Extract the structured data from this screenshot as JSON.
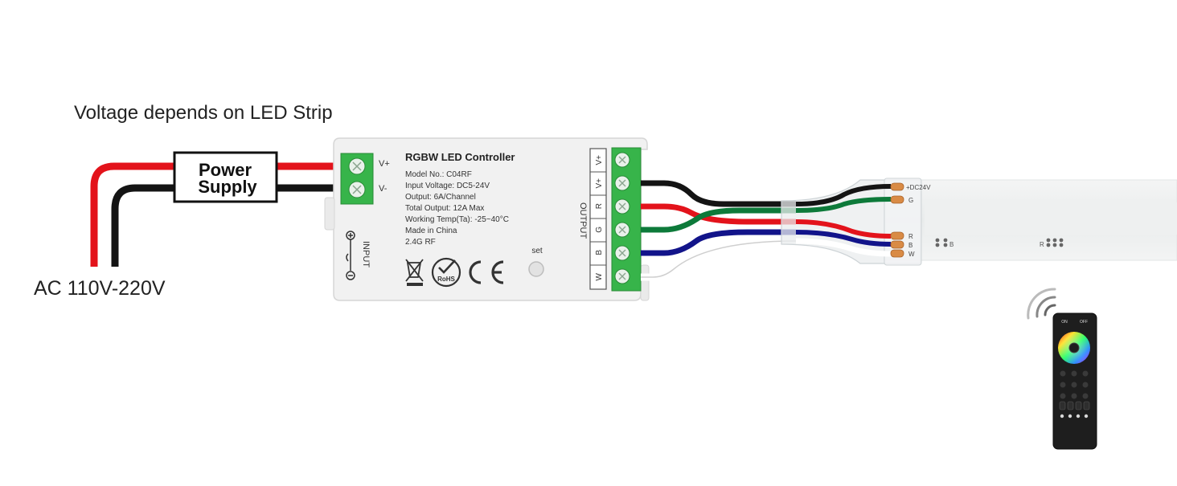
{
  "diagram": {
    "note": "Voltage depends on LED Strip",
    "ac_label": "AC 110V-220V",
    "power_supply": {
      "line1": "Power",
      "line2": "Supply"
    }
  },
  "controller": {
    "title": "RGBW LED Controller",
    "specs": [
      "Model No.: C04RF",
      "Input Voltage: DC5-24V",
      "Output: 6A/Channel",
      "Total Output: 12A Max",
      "Working Temp(Ta): -25~40°C",
      "Made in China",
      "2.4G RF"
    ],
    "input_label": "INPUT",
    "input_terminals": [
      "V+",
      "V-"
    ],
    "output_label": "OUTPUT",
    "output_terminals": [
      "V+",
      "V+",
      "R",
      "G",
      "B",
      "W"
    ],
    "set_label": "set",
    "certifications": [
      "RoHS"
    ]
  },
  "strip": {
    "connector_labels": [
      "+DC24V",
      "G",
      "R",
      "B",
      "W"
    ],
    "pad_labels": [
      "B",
      "R"
    ]
  },
  "remote": {
    "on_label": "ON",
    "off_label": "OFF"
  },
  "colors": {
    "red_wire": "#e3131b",
    "black_wire": "#141414",
    "green_wire": "#0d7a3a",
    "blue_wire": "#12148a",
    "terminal_green": "#37b44a",
    "housing": "#f1f1f1",
    "remote_body": "#1e1e1e"
  }
}
